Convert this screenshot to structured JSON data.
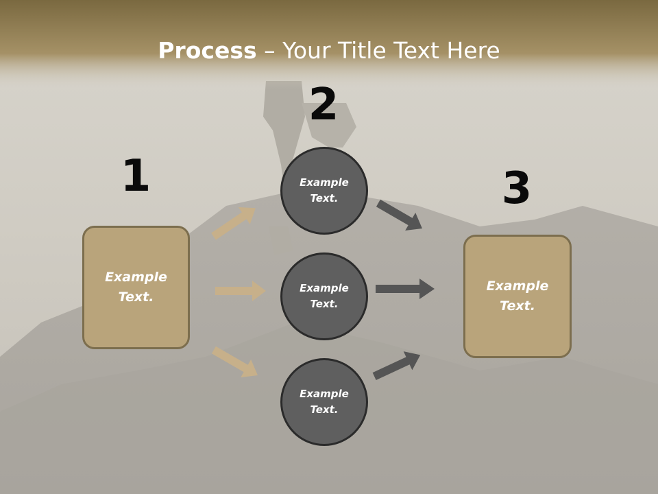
{
  "slide": {
    "title_bold": "Process",
    "title_rest": " – Your Title Text Here"
  },
  "steps": {
    "one": {
      "number": "1",
      "label": "Example\nText."
    },
    "two": {
      "number": "2",
      "circles": [
        {
          "label": "Example\nText."
        },
        {
          "label": "Example\nText."
        },
        {
          "label": "Example\nText."
        }
      ]
    },
    "three": {
      "number": "3",
      "label": "Example\nText."
    }
  },
  "colors": {
    "tan_box": "#b9a47b",
    "tan_arrow": "#c7b08a",
    "circle_fill": "#5f5f5f",
    "dark_arrow": "#555555",
    "header_band": "#8a7750"
  }
}
